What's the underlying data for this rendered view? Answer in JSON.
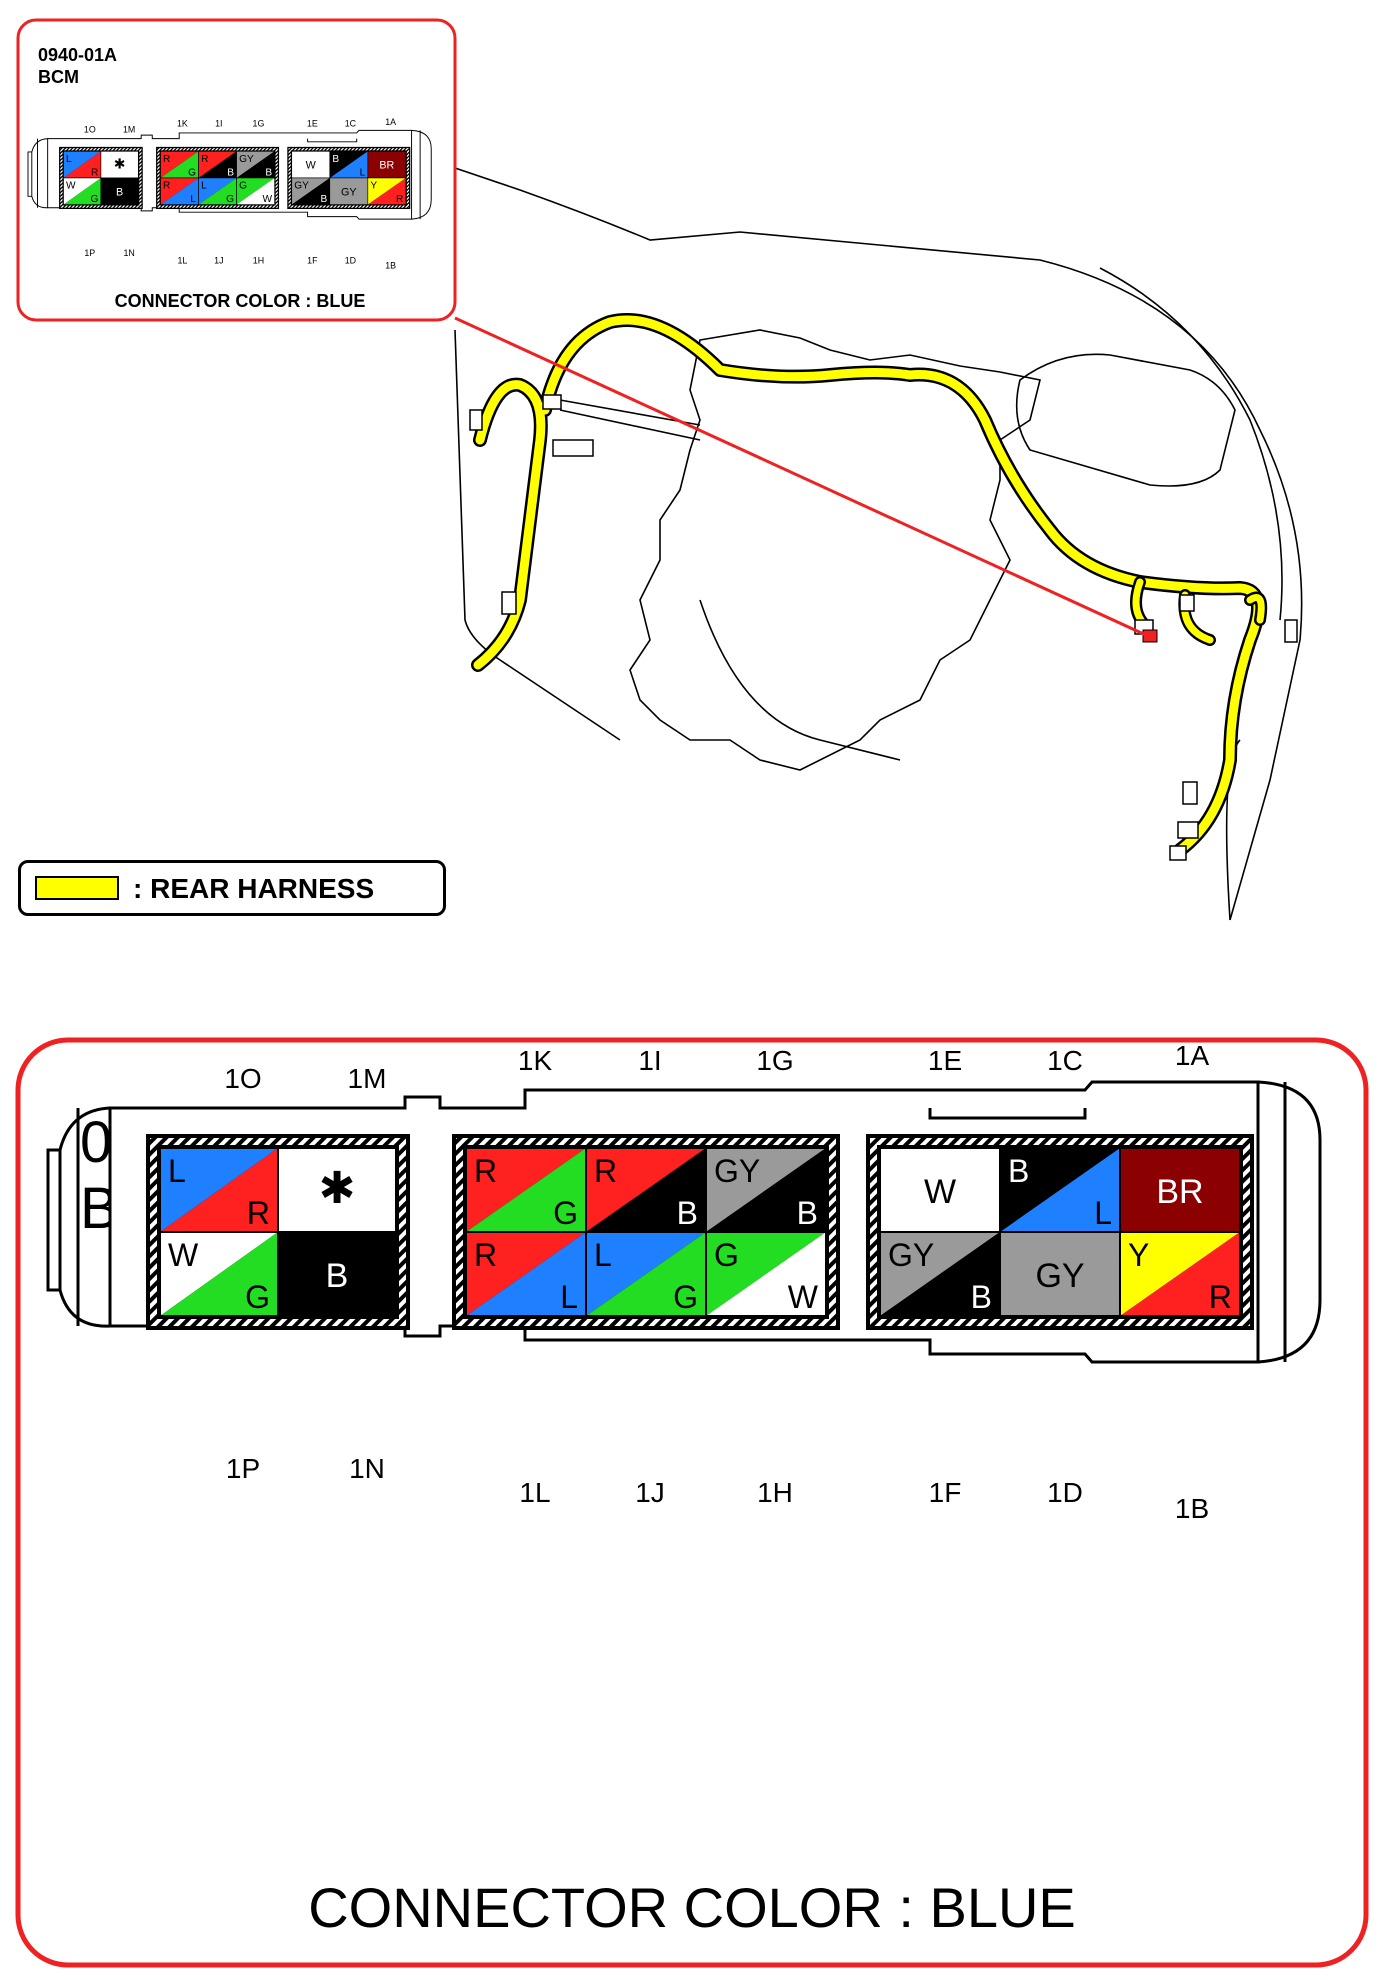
{
  "connector": {
    "code": "0940-01A",
    "name": "BCM",
    "color_label": "CONNECTOR COLOR : BLUE"
  },
  "legend": {
    "label": ": REAR HARNESS",
    "swatch_color": "#ffff00"
  },
  "colors": {
    "R": "#ff2020",
    "G": "#22dd22",
    "L": "#1e7fff",
    "B": "#000000",
    "W": "#ffffff",
    "GY": "#9a9a9a",
    "Y": "#ffff00",
    "BR": "#8b0000",
    "harness": "#ffff00",
    "highlight": "#ee2222",
    "line": "#000000"
  },
  "pin_labels": {
    "top": [
      "1O",
      "1M",
      "1K",
      "1I",
      "1G",
      "1E",
      "1C",
      "1A"
    ],
    "bottom": [
      "1P",
      "1N",
      "1L",
      "1J",
      "1H",
      "1F",
      "1D",
      "1B"
    ]
  },
  "terminals": {
    "block1": [
      {
        "a": "L",
        "b": "R"
      },
      {
        "symbol": "✱"
      },
      {
        "a": "W",
        "b": "G"
      },
      {
        "solid": "B"
      }
    ],
    "block2": [
      {
        "a": "R",
        "b": "G"
      },
      {
        "a": "R",
        "b": "B"
      },
      {
        "a": "GY",
        "b": "B"
      },
      {
        "a": "R",
        "b": "L"
      },
      {
        "a": "L",
        "b": "G"
      },
      {
        "a": "G",
        "b": "W"
      }
    ],
    "block3": [
      {
        "solid": "W"
      },
      {
        "a": "B",
        "b": "L"
      },
      {
        "solid": "BR"
      },
      {
        "a": "GY",
        "b": "B"
      },
      {
        "solid": "GY"
      },
      {
        "a": "Y",
        "b": "R"
      }
    ]
  }
}
